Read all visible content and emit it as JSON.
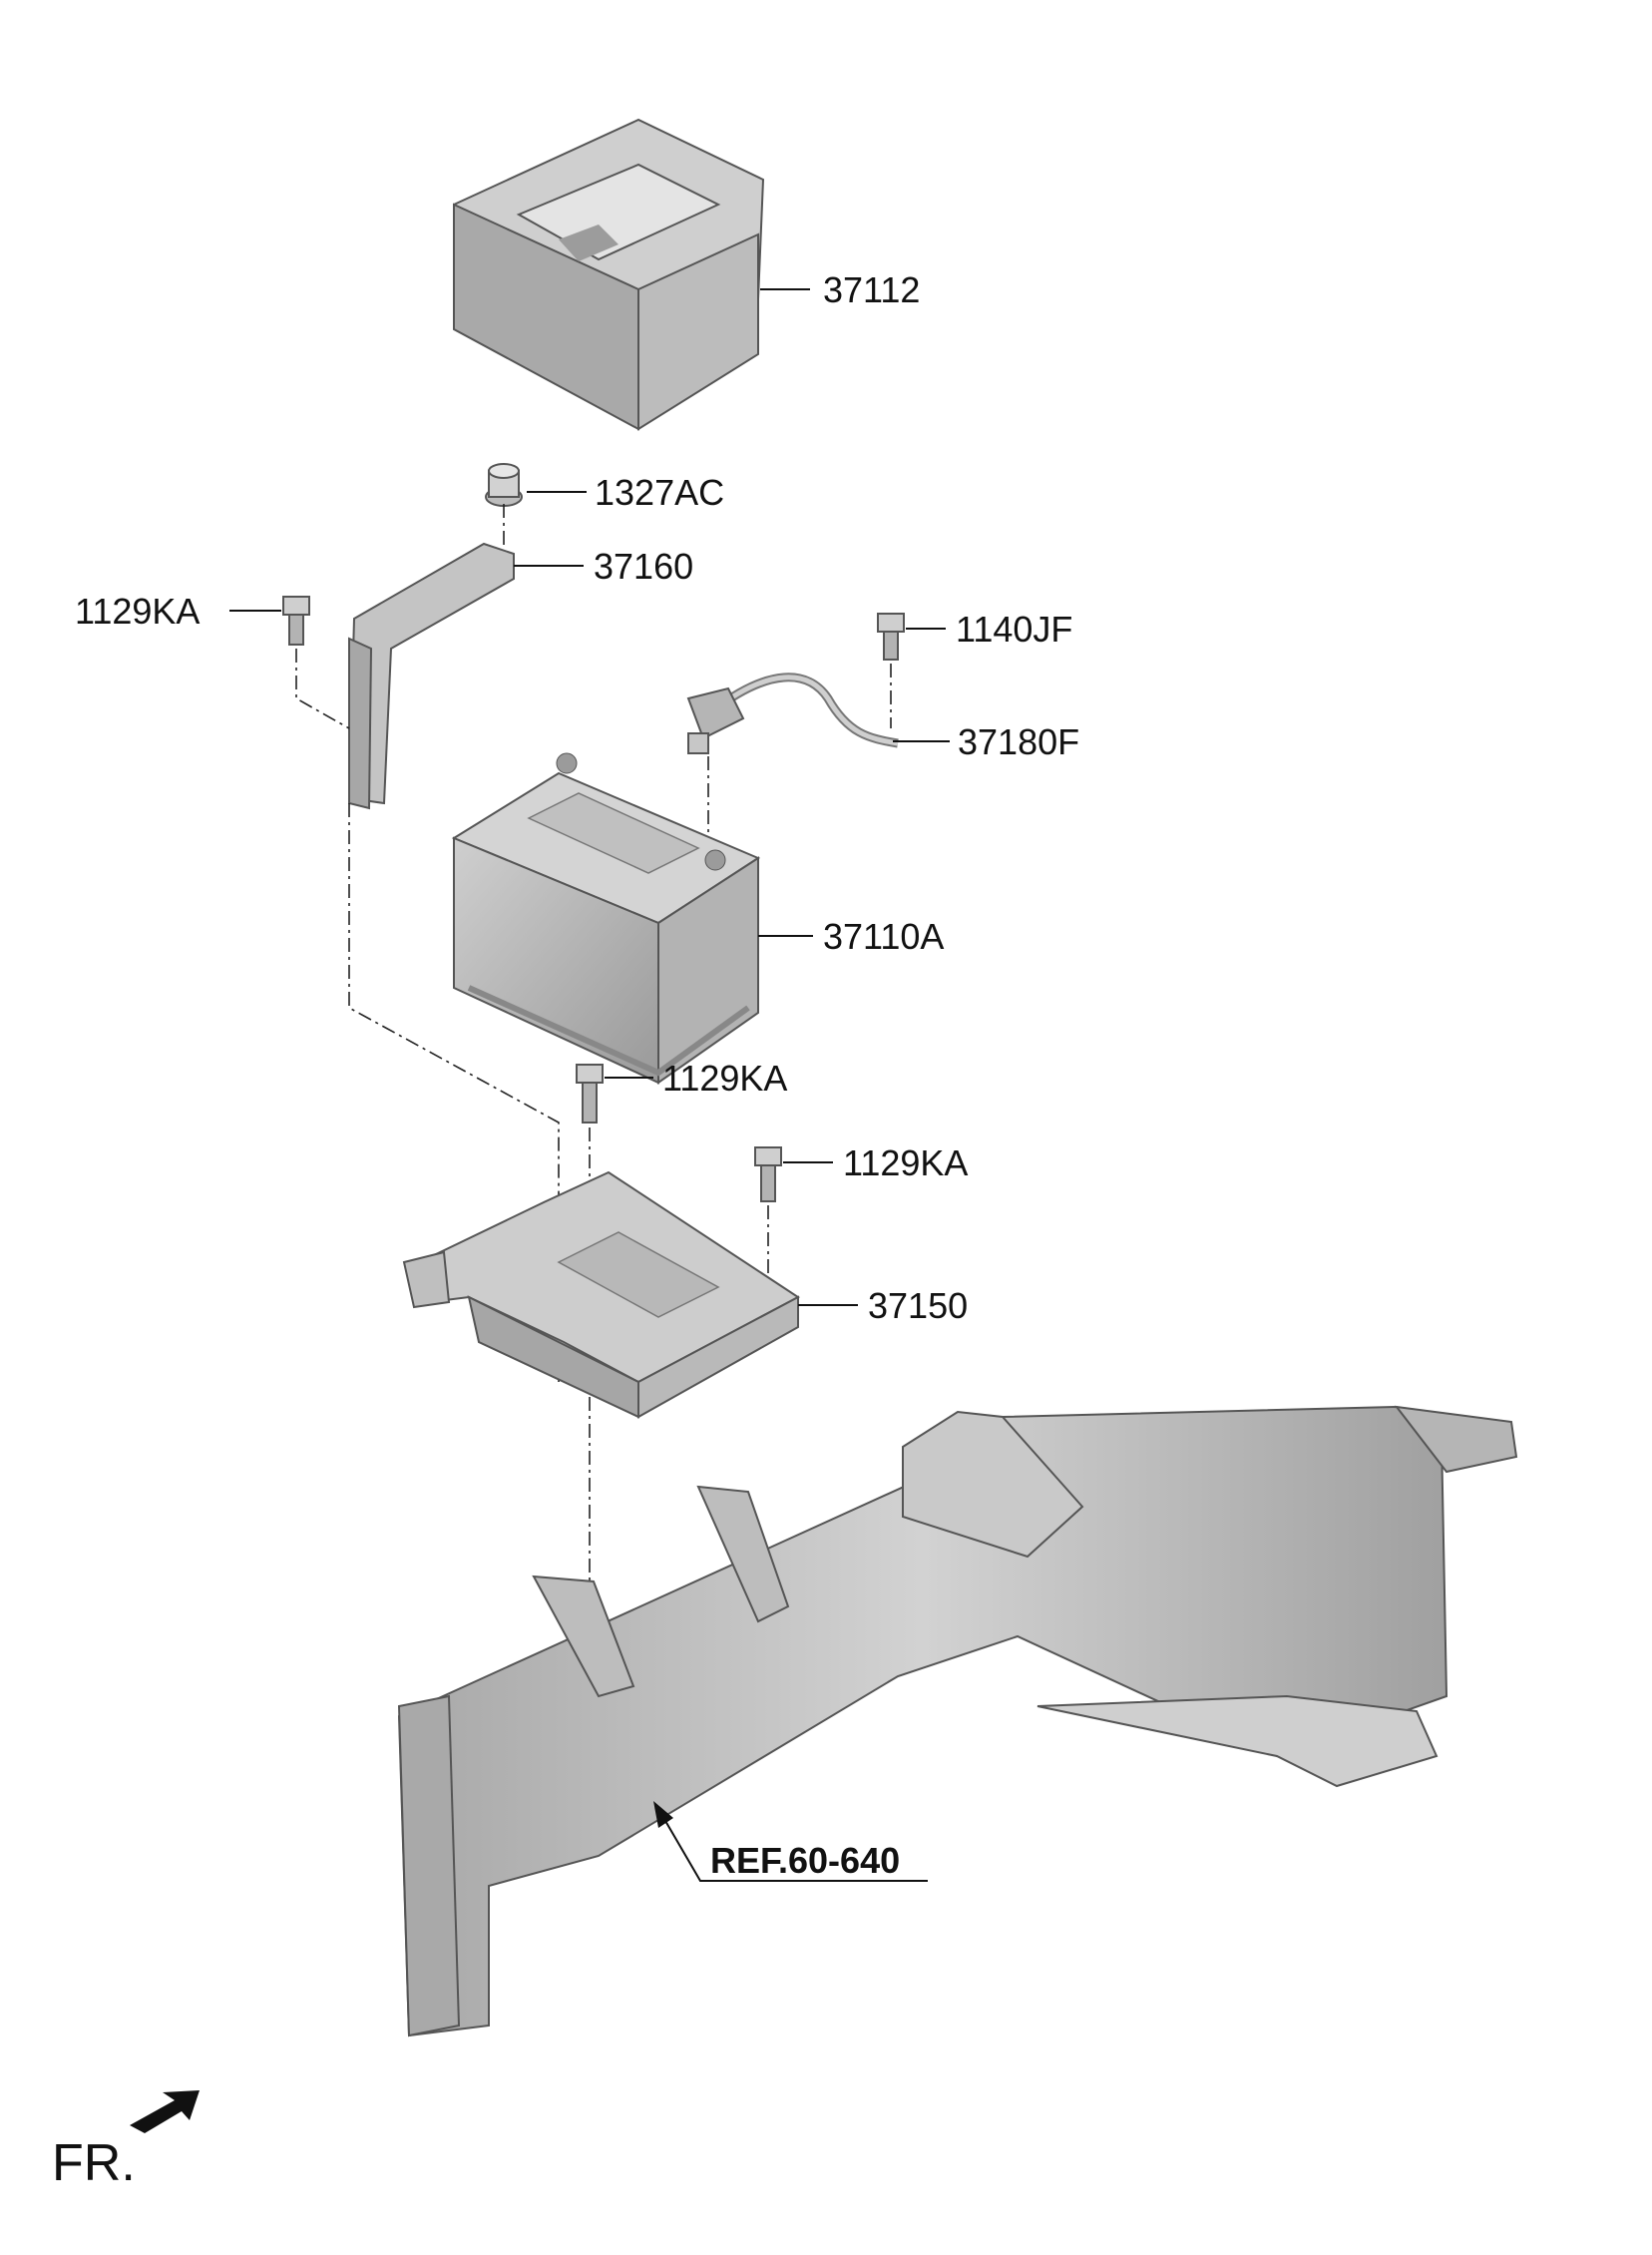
{
  "callouts": {
    "battery_box_cover": "37112",
    "nut": "1327AC",
    "clamp": "37160",
    "bolt_left": "1129KA",
    "bolt_cable": "1140JF",
    "cable": "37180F",
    "battery": "37110A",
    "bolt_tray_1": "1129KA",
    "bolt_tray_2": "1129KA",
    "tray": "37150"
  },
  "reference": "REF.60-640",
  "front_marker": "FR.",
  "colors": {
    "part_fill": "#bdbdbd",
    "part_dark": "#8e8e8e",
    "part_light": "#d9d9d9",
    "line": "#111111"
  }
}
